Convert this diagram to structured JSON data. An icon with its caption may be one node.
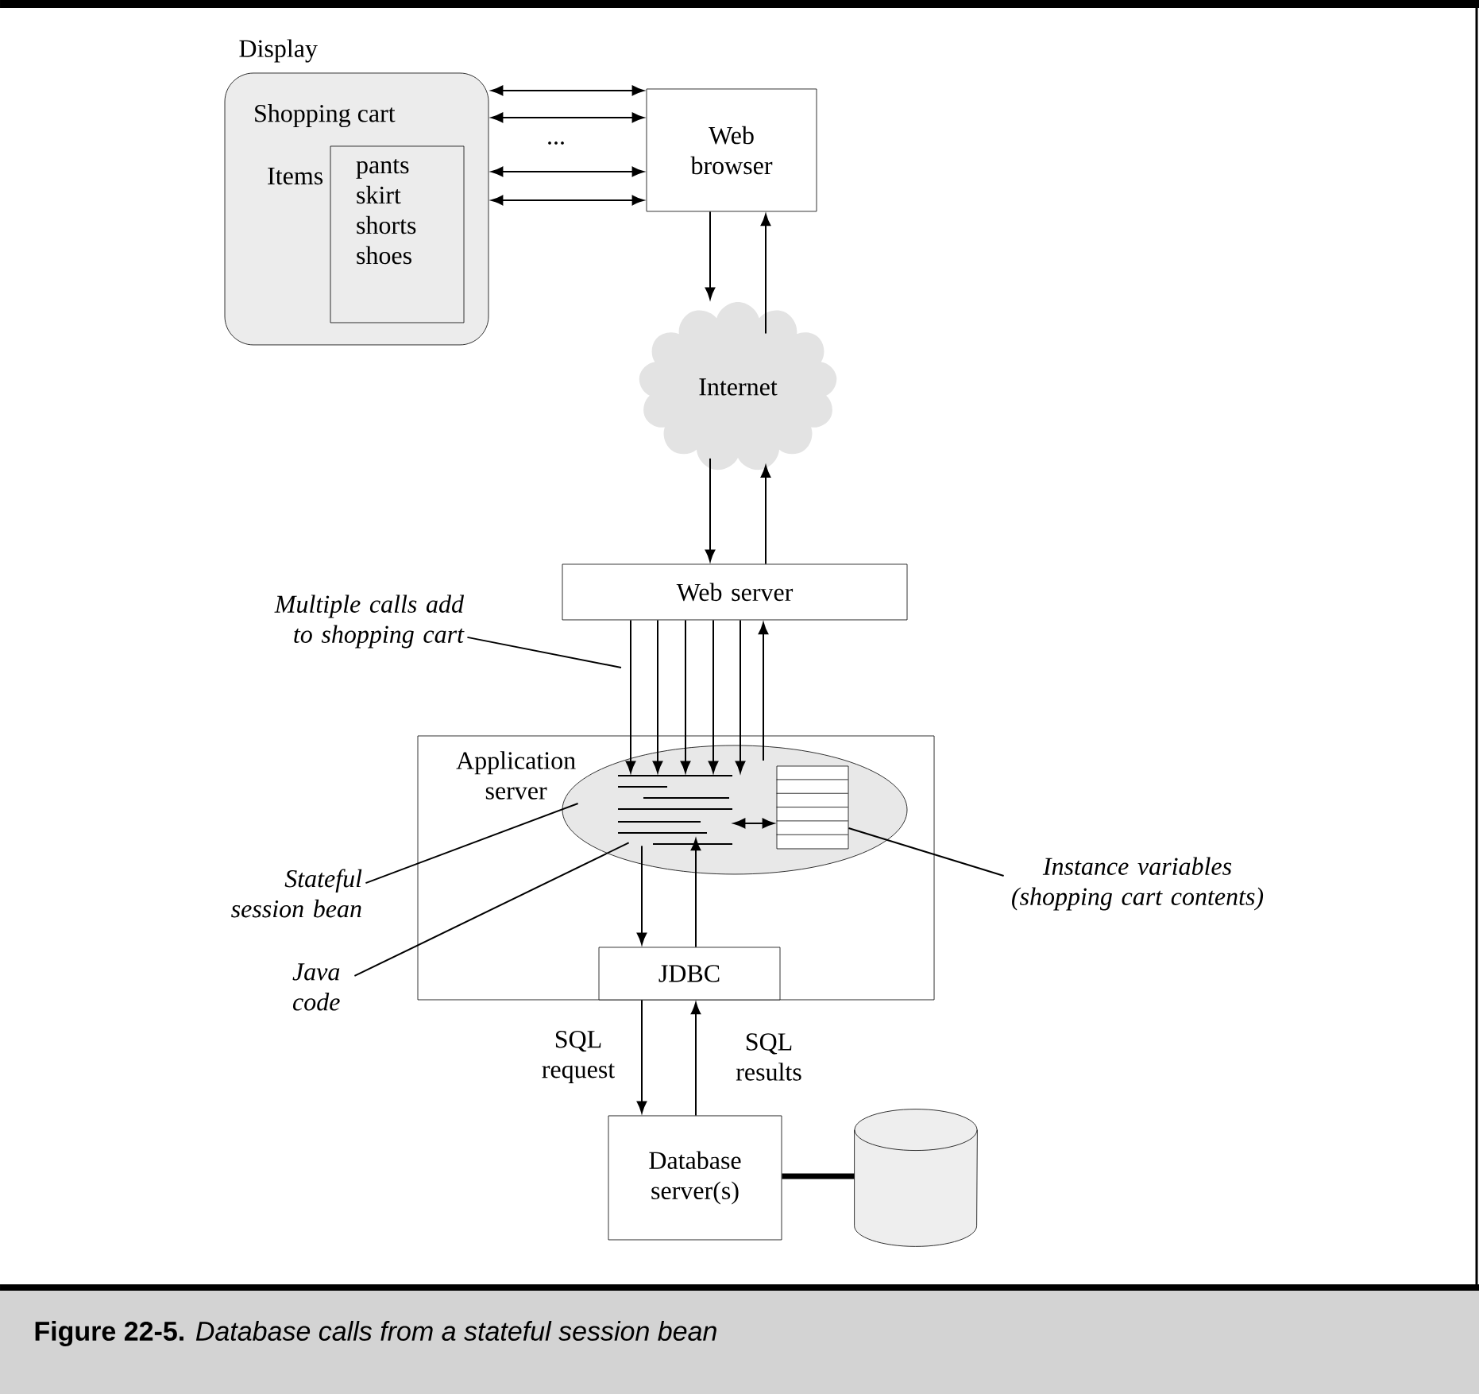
{
  "diagram": {
    "caption": "**Figure 22-5.** *Database calls from a stateful session bean*",
    "nodes": [
      {
        "text": [
          "Display",
          "Shopping cart"
        ]
      },
      {
        "text": [
          "pants skirt shorts shoes"
        ],
        "in": 0,
        "beside": [
          "Items"
        ]
      },
      {
        "text": [
          "Web browser"
        ]
      },
      {
        "text": [
          "Internet"
        ]
      },
      {
        "text": [
          "Web server"
        ]
      },
      {
        "text": [
          "Application server"
        ]
      },
      {
        "text": [],
        "shape": "ellipse",
        "in": 5
      },
      {
        "text": [],
        "shape": "picture",
        "in": 6
      },
      {
        "text": [],
        "shape": "box",
        "in": 6
      },
      {
        "text": [
          "JDBC"
        ],
        "in": 5
      },
      {
        "text": [
          "Database server(s)"
        ]
      },
      {
        "text": [],
        "shape": "cylinder"
      },
      {
        "text": [
          "Multiple calls add to shopping cart"
        ]
      },
      {
        "text": [
          "Stateful session bean"
        ]
      },
      {
        "text": [
          "Java code"
        ]
      },
      {
        "text": [
          "Instance variables (shopping cart contents)"
        ]
      }
    ],
    "edges": [
      {
        "from": 0,
        "to": 2,
        "arrow": "both"
      },
      {
        "from": 0,
        "to": 2,
        "arrow": "both"
      },
      {
        "from": 0,
        "to": 2,
        "arrow": "both"
      },
      {
        "from": 0,
        "to": 2,
        "arrow": "both"
      },
      {
        "from": 2,
        "to": 3,
        "arrow": "to"
      },
      {
        "from": 3,
        "to": 2,
        "arrow": "to"
      },
      {
        "from": 3,
        "to": 4,
        "arrow": "to"
      },
      {
        "from": 4,
        "to": 3,
        "arrow": "to"
      },
      {
        "from": 4,
        "to": 7,
        "arrow": "to"
      },
      {
        "from": 4,
        "to": 7,
        "arrow": "to"
      },
      {
        "from": 4,
        "to": 7,
        "arrow": "to"
      },
      {
        "from": 4,
        "to": 7,
        "arrow": "to"
      },
      {
        "from": 4,
        "to": 7,
        "arrow": "to"
      },
      {
        "from": 6,
        "to": 4,
        "arrow": "to"
      },
      {
        "from": 7,
        "to": 8,
        "arrow": "both"
      },
      {
        "from": 7,
        "to": 9,
        "arrow": "to"
      },
      {
        "from": 9,
        "to": 7,
        "arrow": "to"
      },
      {
        "from": 9,
        "to": 10,
        "arrow": "to",
        "label": "SQL request"
      },
      {
        "from": 10,
        "to": 9,
        "arrow": "to",
        "label": "SQL results"
      },
      {
        "from": 10,
        "to": 11,
        "arrow": "none",
        "style": "thick"
      },
      {
        "from": 12,
        "to": null,
        "arrow": "none"
      },
      {
        "from": 13,
        "to": 6,
        "arrow": "none"
      },
      {
        "from": 14,
        "to": 7,
        "arrow": "none"
      },
      {
        "from": 15,
        "to": 8,
        "arrow": "none"
      }
    ],
    "labels": [
      "..."
    ]
  }
}
